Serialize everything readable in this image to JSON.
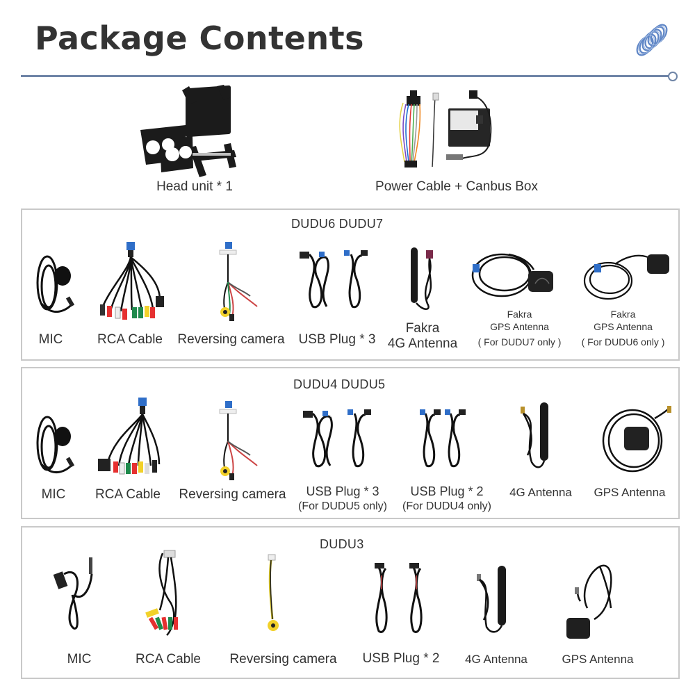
{
  "header": {
    "title": "Package Contents",
    "accent_color": "#6e84a6",
    "icon": "coil-spring-icon"
  },
  "top_items": [
    {
      "label": "Head unit * 1",
      "icon": "head-unit-frame-icon"
    },
    {
      "label": "Power Cable + Canbus Box",
      "icon": "power-cable-canbus-icon"
    }
  ],
  "sections": [
    {
      "title": "DUDU6  DUDU7",
      "items": [
        {
          "label": "MIC",
          "icon": "microphone-icon"
        },
        {
          "label": "RCA Cable",
          "icon": "rca-cable-icon"
        },
        {
          "label": "Reversing camera",
          "icon": "reversing-camera-cable-icon"
        },
        {
          "label": "USB Plug * 3",
          "icon": "usb-cable-icon"
        },
        {
          "label_lines": [
            "Fakra",
            "4G Antenna"
          ],
          "icon": "fakra-4g-antenna-icon"
        },
        {
          "label_lines": [
            "Fakra",
            "GPS Antenna",
            "( For DUDU7 only )"
          ],
          "icon": "fakra-gps-antenna-icon"
        },
        {
          "label_lines": [
            "Fakra",
            "GPS Antenna",
            "( For DUDU6 only )"
          ],
          "icon": "fakra-gps-antenna-icon"
        }
      ]
    },
    {
      "title": "DUDU4  DUDU5",
      "items": [
        {
          "label": "MIC",
          "icon": "microphone-icon"
        },
        {
          "label": "RCA Cable",
          "icon": "rca-cable-icon"
        },
        {
          "label": "Reversing camera",
          "icon": "reversing-camera-cable-icon"
        },
        {
          "label_lines": [
            "USB Plug * 3",
            "(For DUDU5 only)"
          ],
          "icon": "usb-cable-icon"
        },
        {
          "label_lines": [
            "USB Plug * 2",
            "(For DUDU4 only)"
          ],
          "icon": "usb-cable-icon"
        },
        {
          "label": "4G Antenna",
          "icon": "4g-antenna-icon"
        },
        {
          "label": "GPS Antenna",
          "icon": "gps-antenna-icon"
        }
      ]
    },
    {
      "title": "DUDU3",
      "items": [
        {
          "label": "MIC",
          "icon": "microphone-icon"
        },
        {
          "label": "RCA Cable",
          "icon": "rca-cable-icon"
        },
        {
          "label": "Reversing camera",
          "icon": "reversing-camera-cable-icon"
        },
        {
          "label": "USB Plug * 2",
          "icon": "usb-cable-icon"
        },
        {
          "label": "4G Antenna",
          "icon": "4g-antenna-icon"
        },
        {
          "label": "GPS Antenna",
          "icon": "gps-antenna-icon"
        }
      ]
    }
  ]
}
